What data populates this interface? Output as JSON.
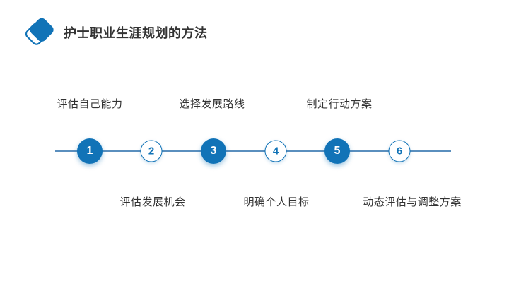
{
  "header": {
    "title": "护士职业生涯规划的方法"
  },
  "colors": {
    "primary_blue": "#1173b7",
    "line_blue": "#5a8fbe",
    "text": "#333333",
    "background": "#ffffff"
  },
  "timeline": {
    "steps": [
      {
        "number": "1",
        "label": "评估自己能力",
        "label_position": "above",
        "style": "filled"
      },
      {
        "number": "2",
        "label": "评估发展机会",
        "label_position": "below",
        "style": "outline"
      },
      {
        "number": "3",
        "label": "选择发展路线",
        "label_position": "above",
        "style": "filled"
      },
      {
        "number": "4",
        "label": "明确个人目标",
        "label_position": "below",
        "style": "outline"
      },
      {
        "number": "5",
        "label": "制定行动方案",
        "label_position": "above",
        "style": "filled"
      },
      {
        "number": "6",
        "label": "动态评估与调整方案",
        "label_position": "below",
        "style": "outline"
      }
    ]
  }
}
